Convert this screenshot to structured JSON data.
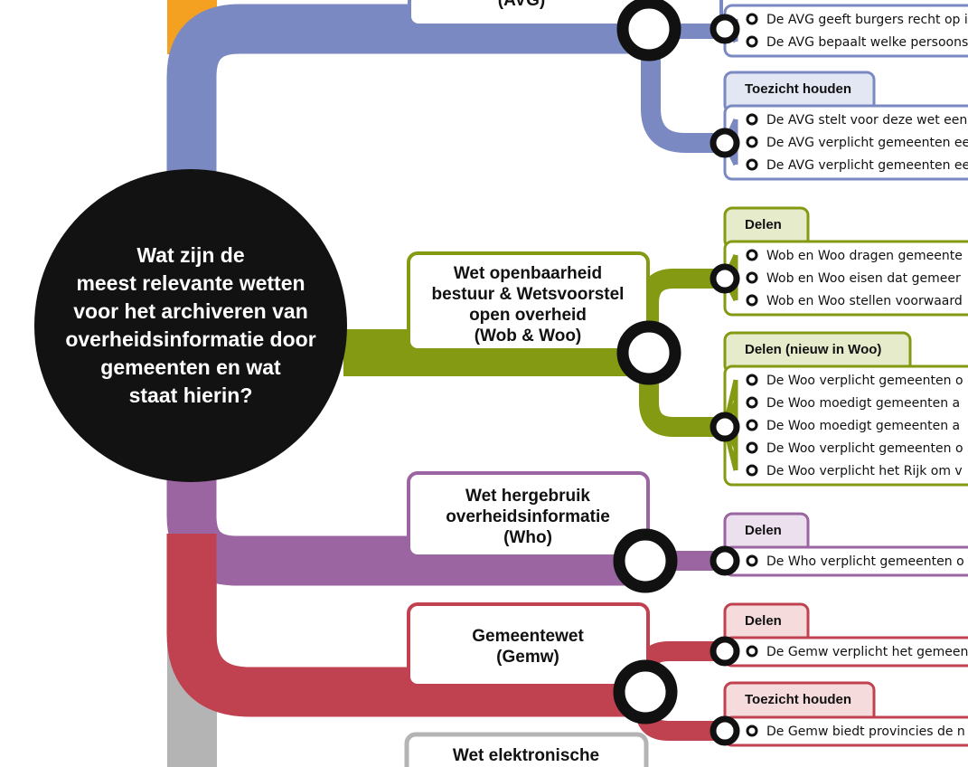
{
  "question": [
    "Wat zijn de",
    "meest relevante wetten",
    "voor het archiveren van",
    "overheidsinformatie door",
    "gemeenten en wat",
    "staat hierin?"
  ],
  "colors": {
    "avg": "#7b89c2",
    "wob": "#839a12",
    "who": "#9a65a0",
    "gemw": "#c0414f",
    "orange": "#f4a122",
    "grey": "#b4b4b4",
    "dark": "#111111"
  },
  "laws": {
    "avg": {
      "title": [
        "(AVG)"
      ],
      "groups": [
        {
          "label": "",
          "items": [
            "De AVG geeft burgers recht op i",
            "De AVG bepaalt welke persoons"
          ]
        },
        {
          "label": "Toezicht houden",
          "items": [
            "De AVG stelt voor deze wet een",
            "De AVG verplicht gemeenten ee",
            "De AVG verplicht gemeenten ee"
          ]
        }
      ]
    },
    "wob": {
      "title": [
        "Wet openbaarheid",
        "bestuur & Wetsvoorstel",
        "open overheid",
        "(Wob & Woo)"
      ],
      "groups": [
        {
          "label": "Delen",
          "items": [
            "Wob en Woo dragen gemeente",
            "Wob en Woo eisen dat gemeer",
            "Wob en Woo stellen voorwaard"
          ]
        },
        {
          "label": "Delen (nieuw in Woo)",
          "items": [
            "De Woo verplicht gemeenten o",
            "De Woo moedigt gemeenten a",
            "De Woo moedigt gemeenten a",
            "De Woo verplicht gemeenten o",
            "De Woo verplicht het Rijk om v"
          ]
        }
      ]
    },
    "who": {
      "title": [
        "Wet hergebruik",
        "overheidsinformatie",
        "(Who)"
      ],
      "groups": [
        {
          "label": "Delen",
          "items": [
            "De Who verplicht gemeenten o"
          ]
        }
      ]
    },
    "gemw": {
      "title": [
        "Gemeentewet",
        "(Gemw)"
      ],
      "groups": [
        {
          "label": "Delen",
          "items": [
            "De Gemw verplicht het gemeen"
          ]
        },
        {
          "label": "Toezicht houden",
          "items": [
            "De Gemw biedt provincies de n"
          ]
        }
      ]
    },
    "wet_elektronische": {
      "title": [
        "Wet elektronische"
      ]
    }
  }
}
